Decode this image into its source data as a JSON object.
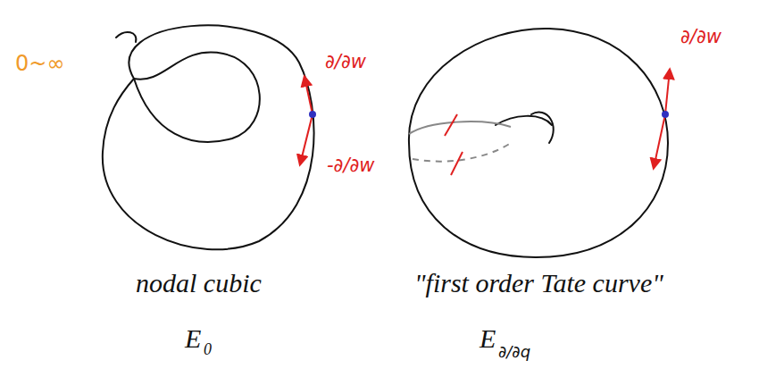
{
  "diagram": {
    "labels": [
      "0~∞",
      "∂/∂w",
      "-∂/∂w",
      "∂/∂w",
      "nodal cubic",
      "\"first order Tate curve\"",
      "E",
      "0",
      "E",
      "∂/∂q"
    ]
  }
}
